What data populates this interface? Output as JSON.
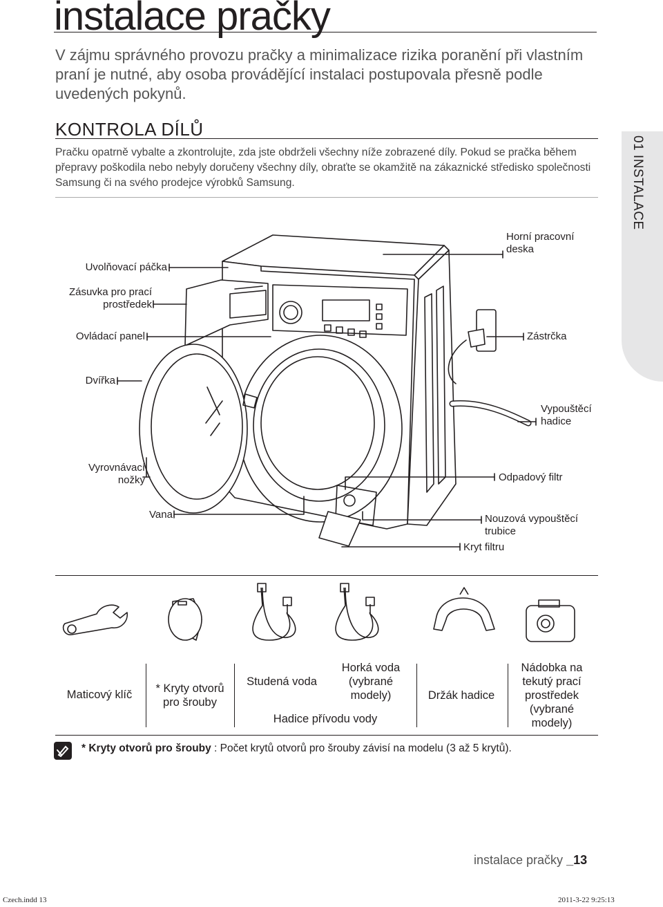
{
  "header": {
    "title": "instalace pračky",
    "intro": "V zájmu správného provozu pračky a minimalizace rizika poranění při vlastním praní je nutné, aby osoba provádějící instalaci postupovala přesně podle uvedených pokynů."
  },
  "side_tab": {
    "label": "01 INSTALACE"
  },
  "section": {
    "heading": "KONTROLA DÍLŮ",
    "text": "Pračku opatrně vybalte a zkontrolujte, zda jste obdrželi všechny níže zobrazené díly. Pokud se pračka během přepravy poškodila nebo nebyly doručeny všechny díly, obraťte se okamžitě na zákaznické středisko společnosti Samsung či na svého prodejce výrobků Samsung."
  },
  "diagram_labels": {
    "release_lever": "Uvolňovací páčka",
    "detergent_drawer": "Zásuvka pro prací prostředek",
    "control_panel": "Ovládací panel",
    "door": "Dvířka",
    "leveling_feet": "Vyrovnávací nožky",
    "tub": "Vana",
    "worktop": "Horní pracovní deska",
    "plug": "Zástrčka",
    "drain_hose": "Vypouštěcí hadice",
    "debris_filter": "Odpadový filtr",
    "emergency_drain": "Nouzová vypouštěcí trubice",
    "filter_cover": "Kryt filtru"
  },
  "parts": {
    "spanner": "Maticový klíč",
    "bolt_caps": "* Kryty otvorů pro šrouby",
    "cold_water": "Studená voda",
    "hot_water": "Horká voda (vybrané modely)",
    "water_hose": "Hadice přívodu vody",
    "hose_guide": "Držák hadice",
    "liquid_container": "Nádobka na tekutý prací prostředek (vybrané modely)"
  },
  "note": {
    "bold": "* Kryty otvorů pro šrouby",
    "text": " : Počet krytů otvorů pro šrouby závisí na modelu (3 až 5 krytů)."
  },
  "footer": {
    "label": "instalace pračky",
    "page": "_13",
    "slug_left": "Czech.indd   13",
    "slug_right": "2011-3-22   9:25:13"
  }
}
